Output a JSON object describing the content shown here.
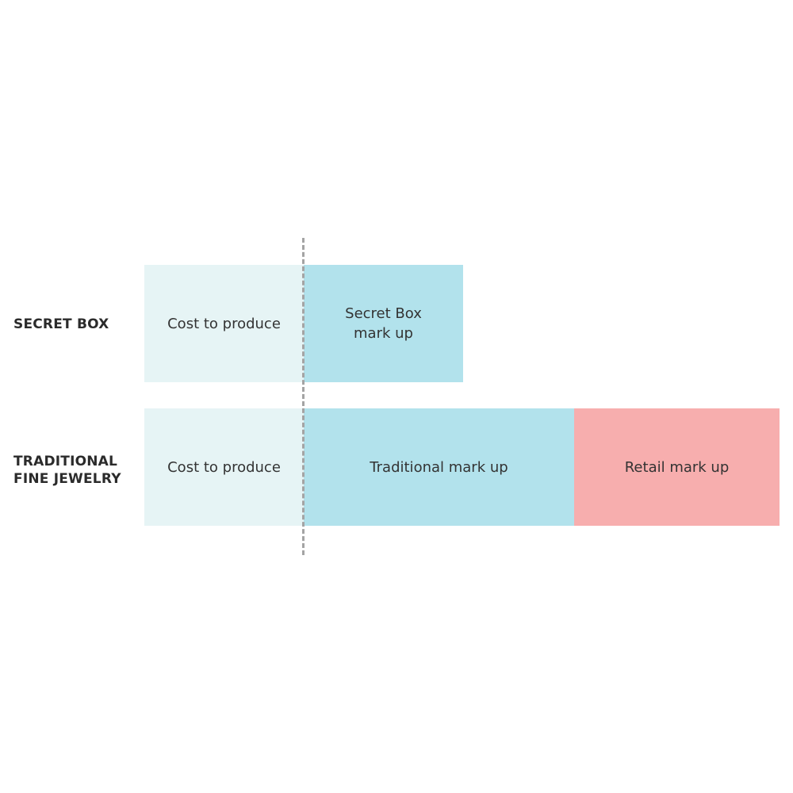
{
  "colors": {
    "cost": "#e6f4f5",
    "markup": "#b2e2ec",
    "retail": "#f7aeae",
    "divider": "#a4a4a4",
    "label_text": "#2b2b2b"
  },
  "rows": [
    {
      "label_lines": [
        "SECRET BOX"
      ],
      "segments": [
        {
          "text_lines": [
            "Cost to produce"
          ],
          "color_key": "cost"
        },
        {
          "text_lines": [
            "Secret Box",
            "mark up"
          ],
          "color_key": "markup"
        }
      ]
    },
    {
      "label_lines": [
        "TRADITIONAL",
        "FINE JEWELRY"
      ],
      "segments": [
        {
          "text_lines": [
            "Cost to produce"
          ],
          "color_key": "cost"
        },
        {
          "text_lines": [
            "Traditional mark up"
          ],
          "color_key": "markup"
        },
        {
          "text_lines": [
            "Retail mark up"
          ],
          "color_key": "retail"
        }
      ]
    }
  ]
}
